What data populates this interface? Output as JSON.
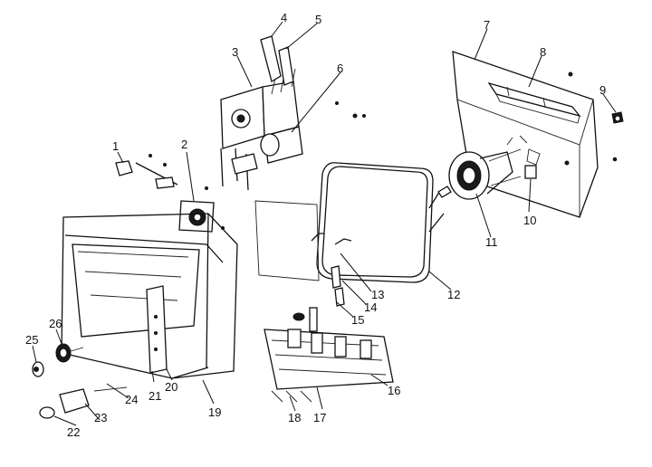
{
  "diagram": {
    "type": "exploded-parts-view",
    "ink_color": "#111111",
    "background_color": "#ffffff",
    "callouts": [
      {
        "id": "1",
        "label": "1"
      },
      {
        "id": "2",
        "label": "2"
      },
      {
        "id": "3",
        "label": "3"
      },
      {
        "id": "4",
        "label": "4"
      },
      {
        "id": "5",
        "label": "5"
      },
      {
        "id": "6",
        "label": "6"
      },
      {
        "id": "7",
        "label": "7"
      },
      {
        "id": "8",
        "label": "8"
      },
      {
        "id": "9",
        "label": "9"
      },
      {
        "id": "10",
        "label": "10"
      },
      {
        "id": "11",
        "label": "11"
      },
      {
        "id": "12",
        "label": "12"
      },
      {
        "id": "13",
        "label": "13"
      },
      {
        "id": "14",
        "label": "14"
      },
      {
        "id": "15",
        "label": "15"
      },
      {
        "id": "16",
        "label": "16"
      },
      {
        "id": "17",
        "label": "17"
      },
      {
        "id": "18",
        "label": "18"
      },
      {
        "id": "19",
        "label": "19"
      },
      {
        "id": "20",
        "label": "20"
      },
      {
        "id": "21",
        "label": "21"
      },
      {
        "id": "22",
        "label": "22"
      },
      {
        "id": "23",
        "label": "23"
      },
      {
        "id": "24",
        "label": "24"
      },
      {
        "id": "25",
        "label": "25"
      },
      {
        "id": "26",
        "label": "26"
      }
    ]
  }
}
